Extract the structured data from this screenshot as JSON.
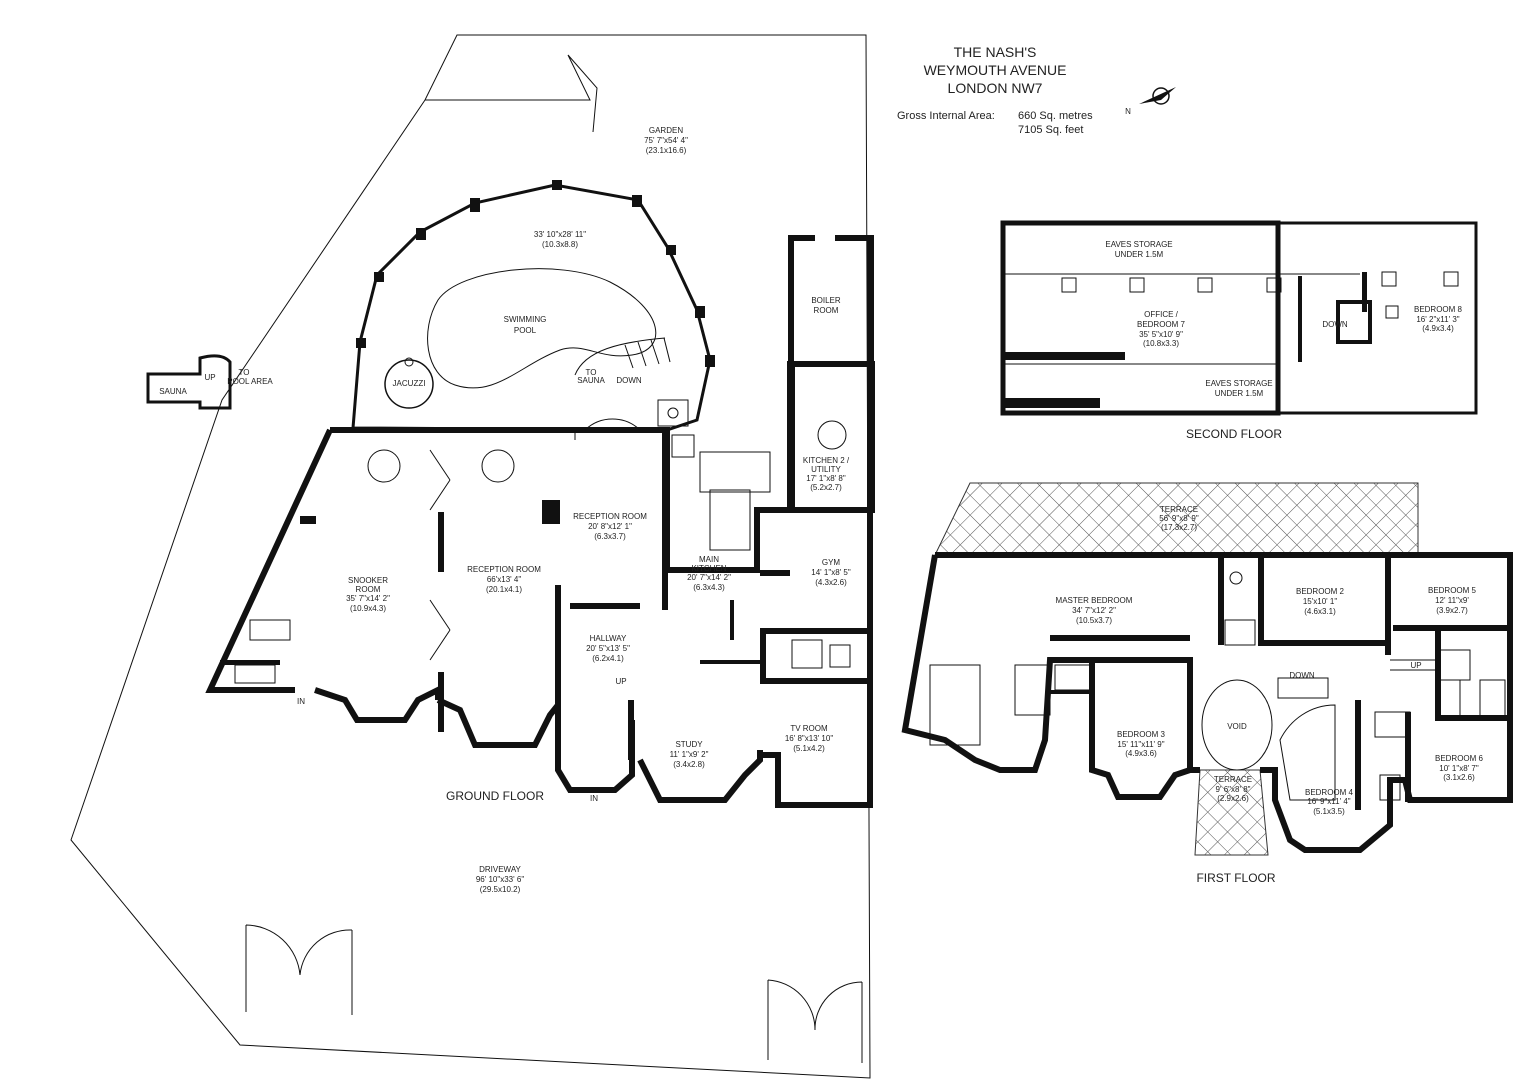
{
  "header": {
    "line1": "THE NASH'S",
    "line2": "WEYMOUTH AVENUE",
    "line3": "LONDON NW7",
    "gia_label": "Gross Internal Area:",
    "gia_metres": "660 Sq. metres",
    "gia_feet": "7105 Sq. feet"
  },
  "floors": {
    "ground": "GROUND FLOOR",
    "first": "FIRST FLOOR",
    "second": "SECOND FLOOR"
  },
  "ground": {
    "garden": [
      "GARDEN",
      "75' 7\"x54' 4\"",
      "(23.1x16.6)"
    ],
    "pool_dims": [
      "33' 10\"x28' 11\"",
      "(10.3x8.8)"
    ],
    "pool": [
      "SWIMMING",
      "POOL"
    ],
    "jacuzzi": "JACUZZI",
    "to_sauna": [
      "TO",
      "SAUNA"
    ],
    "down": "DOWN",
    "sauna": "SAUNA",
    "up": "UP",
    "to_pool": [
      "TO",
      "POOL AREA"
    ],
    "boiler": [
      "BOILER",
      "ROOM"
    ],
    "kitchen2": [
      "KITCHEN 2 /",
      "UTILITY",
      "17' 1\"x8' 8\"",
      "(5.2x2.7)"
    ],
    "reception_small": [
      "RECEPTION ROOM",
      "20' 8\"x12' 1\"",
      "(6.3x3.7)"
    ],
    "reception_big": [
      "RECEPTION ROOM",
      "66'x13' 4\"",
      "(20.1x4.1)"
    ],
    "snooker": [
      "SNOOKER",
      "ROOM",
      "35' 7\"x14' 2\"",
      "(10.9x4.3)"
    ],
    "main_kitchen": [
      "MAIN",
      "KITCHEN",
      "20' 7\"x14' 2\"",
      "(6.3x4.3)"
    ],
    "gym": [
      "GYM",
      "14' 1\"x8' 5\"",
      "(4.3x2.6)"
    ],
    "hallway": [
      "HALLWAY",
      "20' 5\"x13' 5\"",
      "(6.2x4.1)"
    ],
    "study": [
      "STUDY",
      "11' 1\"x9' 2\"",
      "(3.4x2.8)"
    ],
    "tv": [
      "TV ROOM",
      "16' 8\"x13' 10\"",
      "(5.1x4.2)"
    ],
    "in": "IN",
    "driveway": [
      "DRIVEWAY",
      "96' 10\"x33' 6\"",
      "(29.5x10.2)"
    ]
  },
  "second": {
    "eaves_top": [
      "EAVES STORAGE",
      "UNDER 1.5M"
    ],
    "office": [
      "OFFICE /",
      "BEDROOM 7",
      "35' 5\"x10' 9\"",
      "(10.8x3.3)"
    ],
    "down": "DOWN",
    "bedroom8": [
      "BEDROOM 8",
      "16' 2\"x11' 3\"",
      "(4.9x3.4)"
    ],
    "eaves_bottom": [
      "EAVES STORAGE",
      "UNDER 1.5M"
    ]
  },
  "first": {
    "terrace": [
      "TERRACE",
      "56' 9\"x8' 9\"",
      "(17.3x2.7)"
    ],
    "master": [
      "MASTER BEDROOM",
      "34' 7\"x12' 2\"",
      "(10.5x3.7)"
    ],
    "bedroom2": [
      "BEDROOM 2",
      "15'x10' 1\"",
      "(4.6x3.1)"
    ],
    "bedroom5": [
      "BEDROOM 5",
      "12' 11\"x9'",
      "(3.9x2.7)"
    ],
    "up": "UP",
    "down": "DOWN",
    "void": "VOID",
    "bedroom3": [
      "BEDROOM 3",
      "15' 11\"x11' 9\"",
      "(4.9x3.6)"
    ],
    "terrace_small": [
      "TERRACE",
      "9' 6\"x8' 8\"",
      "(2.9x2.6)"
    ],
    "bedroom4": [
      "BEDROOM 4",
      "16' 9\"x11' 4\"",
      "(5.1x3.5)"
    ],
    "bedroom6": [
      "BEDROOM 6",
      "10' 1\"x8' 7\"",
      "(3.1x2.6)"
    ]
  },
  "compass": "N"
}
